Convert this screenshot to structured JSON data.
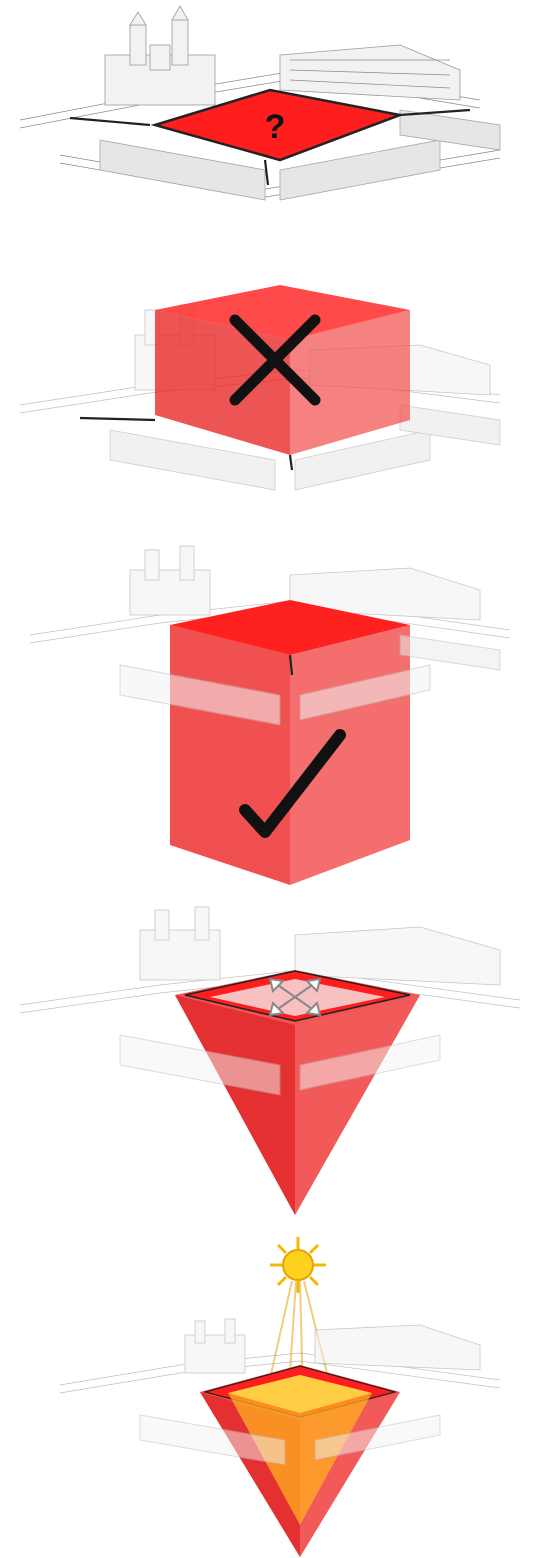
{
  "panels": [
    {
      "id": "plaza-question",
      "symbol": "?"
    },
    {
      "id": "cube-above-rejected",
      "symbol": "cross"
    },
    {
      "id": "cube-below-accepted",
      "symbol": "check"
    },
    {
      "id": "inverted-pyramid-expand",
      "symbol": "expand-arrows"
    },
    {
      "id": "inverted-pyramid-sunlight",
      "symbol": "sun"
    }
  ],
  "colors": {
    "red": "#ff1e1e",
    "red_translucent": "#f0303a",
    "sun": "#f5b800",
    "symbol": "#111111"
  },
  "labels": {
    "question_mark": "?"
  }
}
